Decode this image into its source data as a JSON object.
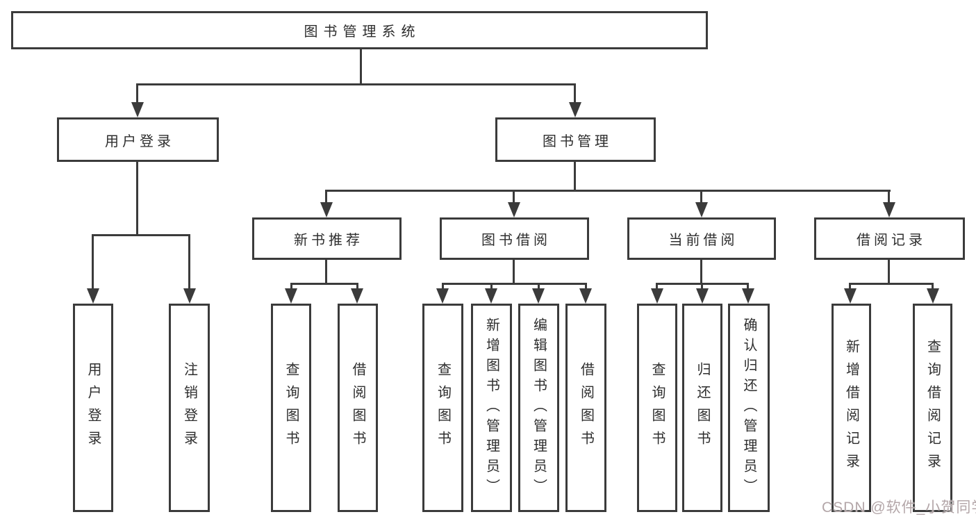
{
  "theme": {
    "background": "#ffffff",
    "box_bg": "#ffffff",
    "line_color": "#3b3b3b",
    "text_color": "#2e2e2e",
    "watermark_color": "#b3a6a8"
  },
  "tree": {
    "label": "图书管理系统",
    "children": [
      {
        "label": "用户登录",
        "children": [
          {
            "label": "用户登录"
          },
          {
            "label": "注销登录"
          }
        ]
      },
      {
        "label": "图书管理",
        "children": [
          {
            "label": "新书推荐",
            "children": [
              {
                "label": "查询图书"
              },
              {
                "label": "借阅图书"
              }
            ]
          },
          {
            "label": "图书借阅",
            "children": [
              {
                "label": "查询图书"
              },
              {
                "label": "新增图书（管理员）"
              },
              {
                "label": "编辑图书（管理员）"
              },
              {
                "label": "借阅图书"
              }
            ]
          },
          {
            "label": "当前借阅",
            "children": [
              {
                "label": "查询图书"
              },
              {
                "label": "归还图书"
              },
              {
                "label": "确认归还（管理员）"
              }
            ]
          },
          {
            "label": "借阅记录",
            "children": [
              {
                "label": "新增借阅记录"
              },
              {
                "label": "查询借阅记录"
              }
            ]
          }
        ]
      }
    ]
  },
  "watermark": {
    "text": "CSDN @软件_小贺同学"
  }
}
